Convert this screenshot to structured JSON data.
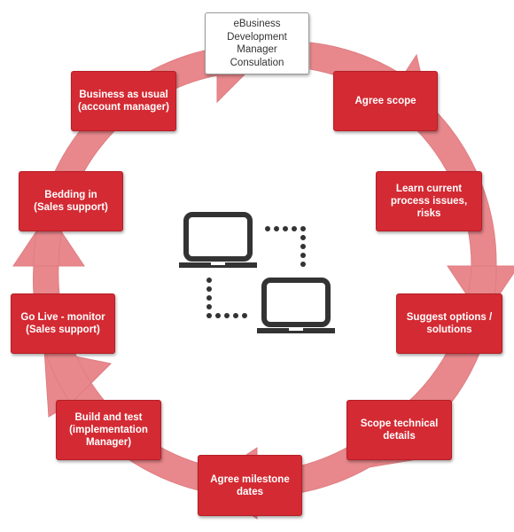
{
  "diagram": {
    "steps": [
      {
        "id": "consultation",
        "label": "eBusiness\nDevelopment\nManager\nConsulation"
      },
      {
        "id": "agree-scope",
        "label": "Agree scope"
      },
      {
        "id": "learn-current",
        "label": "Learn current\nprocess issues,\nrisks"
      },
      {
        "id": "suggest-options",
        "label": "Suggest options /\nsolutions"
      },
      {
        "id": "scope-technical",
        "label": "Scope technical\ndetails"
      },
      {
        "id": "agree-milestone",
        "label": "Agree milestone\ndates"
      },
      {
        "id": "build-test",
        "label": "Build and test\n(implementation\nManager)"
      },
      {
        "id": "go-live",
        "label": "Go Live - monitor\n(Sales support)"
      },
      {
        "id": "bedding-in",
        "label": "Bedding in\n(Sales support)"
      },
      {
        "id": "business-usual",
        "label": "Business as usual\n(account manager)"
      }
    ],
    "colors": {
      "ring": "#e8888c",
      "ring_edge": "#d9767b",
      "box_fill": "#d42a33",
      "box_text": "#ffffff",
      "consult_fill": "#ffffff",
      "icon": "#333333"
    },
    "center_icon": "two-connected-laptops-icon"
  }
}
